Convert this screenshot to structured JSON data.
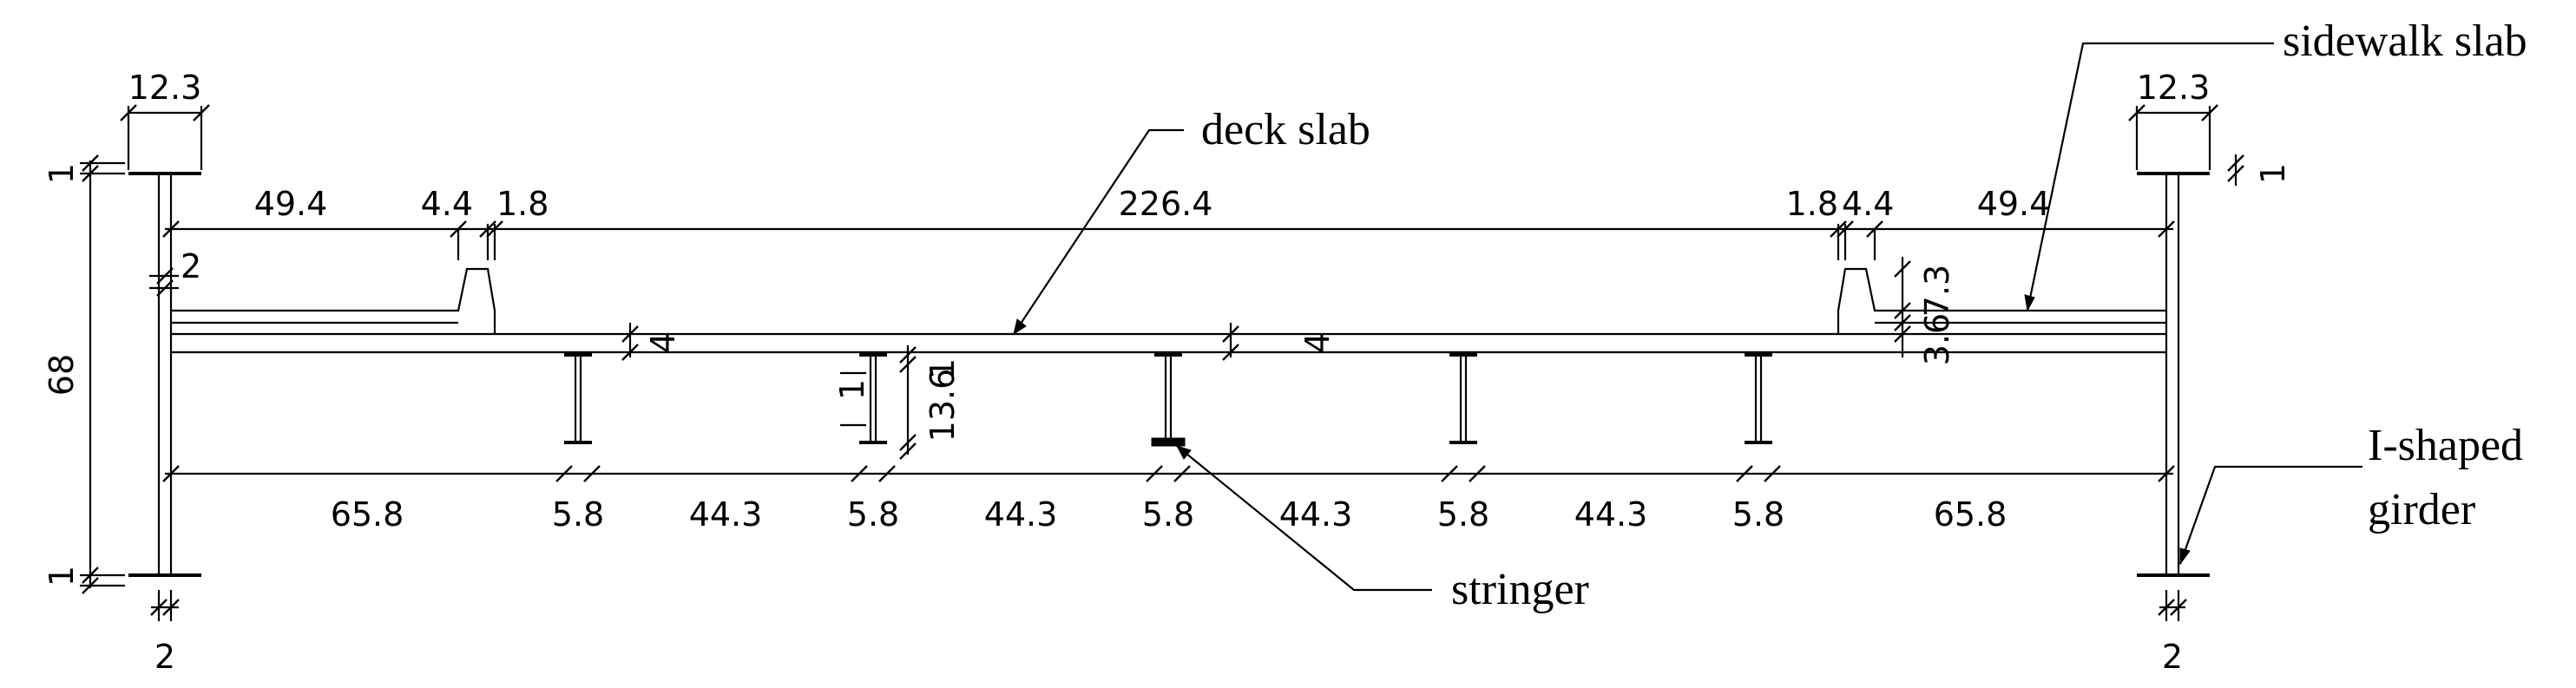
{
  "labels": {
    "deck_slab": "deck slab",
    "sidewalk_slab": "sidewalk slab",
    "stringer": "stringer",
    "girder_line1": "I-shaped",
    "girder_line2": "girder"
  },
  "dimensions": {
    "flange_width_left": "12.3",
    "flange_width_right": "12.3",
    "flange_thk_left_top": "1",
    "flange_thk_left_bottom": "1",
    "flange_thk_right_top": "1",
    "girder_height": "68",
    "web_left": "2",
    "web_right": "2",
    "web_gap_left": "2",
    "sidewalk_left": "49.4",
    "curb_left_a": "4.4",
    "curb_left_b": "1.8",
    "deck_width": "226.4",
    "curb_right_a": "1.8",
    "curb_right_b": "4.4",
    "sidewalk_right": "49.4",
    "sidewalk_height": "7.3",
    "sidewalk_gap": "3.6",
    "deck_thk_left": "4",
    "deck_thk_center": "4",
    "stringer_flange": "1",
    "stringer_depth": "13.6",
    "stringer_top": "1",
    "bottom_spacing": [
      "65.8",
      "5.8",
      "44.3",
      "5.8",
      "44.3",
      "5.8",
      "44.3",
      "5.8",
      "44.3",
      "5.8",
      "65.8"
    ]
  },
  "colors": {
    "line": "#000000",
    "background": "#ffffff"
  }
}
